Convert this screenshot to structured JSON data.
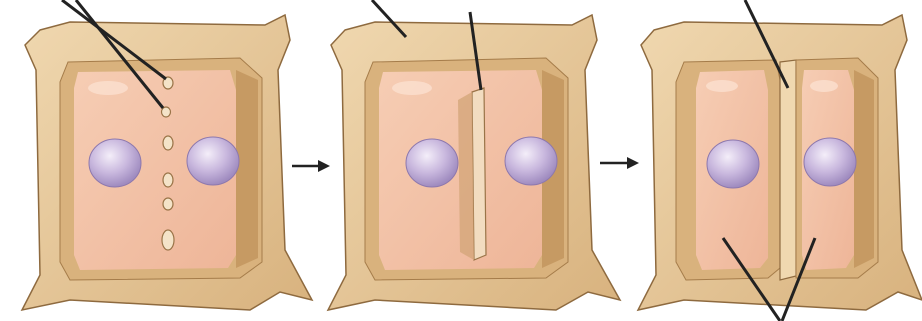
{
  "title": "",
  "colors": {
    "background": "#ffffff",
    "cell_wall": "#e8c99a",
    "cell_wall_dark": "#c9a06a",
    "cell_wall_outline": "#8e6a3f",
    "cytoplasm": "#f3c3a8",
    "cytoplasm_shadow": "#e7ad92",
    "nucleus": "#c8b6dc",
    "nucleus_highlight": "#eee6f6",
    "cell_plate": "#f2dcc0",
    "arrow": "#222222",
    "pointer_line": "#222222"
  },
  "stages": [
    {
      "id": "vesicles-stage",
      "structure": "vesicles"
    },
    {
      "id": "cell-plate-stage",
      "structure": "cell-plate"
    },
    {
      "id": "daughter-cells-stage",
      "structure": "new-wall"
    }
  ],
  "arrows": [
    {
      "id": "arrow-1",
      "direction": "right"
    },
    {
      "id": "arrow-2",
      "direction": "right"
    }
  ]
}
